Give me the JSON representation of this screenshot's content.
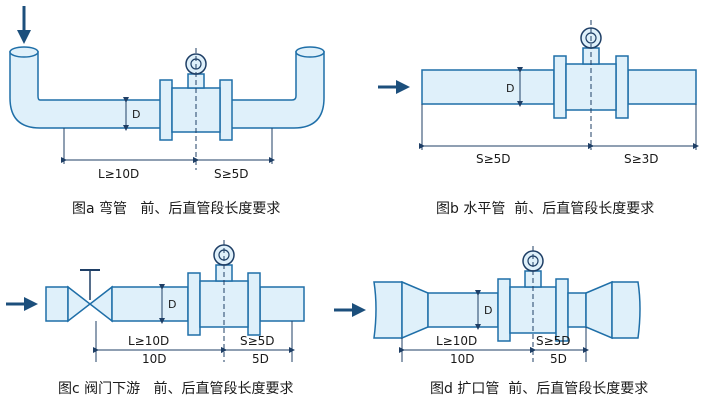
{
  "colors": {
    "pipe_fill": "#dff0fa",
    "pipe_stroke": "#1f6fa8",
    "arrow": "#1c4f7c",
    "line": "#1f3f66"
  },
  "panels": {
    "a": {
      "caption": "图a 弯管   前、后直管段长度要求",
      "dim_up": "L≥10D",
      "dim_down": "S≥5D",
      "diameter": "D"
    },
    "b": {
      "caption": "图b 水平管  前、后直管段长度要求",
      "dim_up": "S≥5D",
      "dim_down": "S≥3D",
      "diameter": "D"
    },
    "c": {
      "caption": "图c 阀门下游   前、后直管段长度要求",
      "dim_up": "L≥10D",
      "dim_up2": "10D",
      "dim_down": "S≥5D",
      "dim_down2": "5D",
      "diameter": "D"
    },
    "d": {
      "caption": "图d 扩口管  前、后直管段长度要求",
      "dim_up": "L≥10D",
      "dim_up2": "10D",
      "dim_down": "S≥5D",
      "dim_down2": "5D",
      "diameter": "D"
    }
  }
}
